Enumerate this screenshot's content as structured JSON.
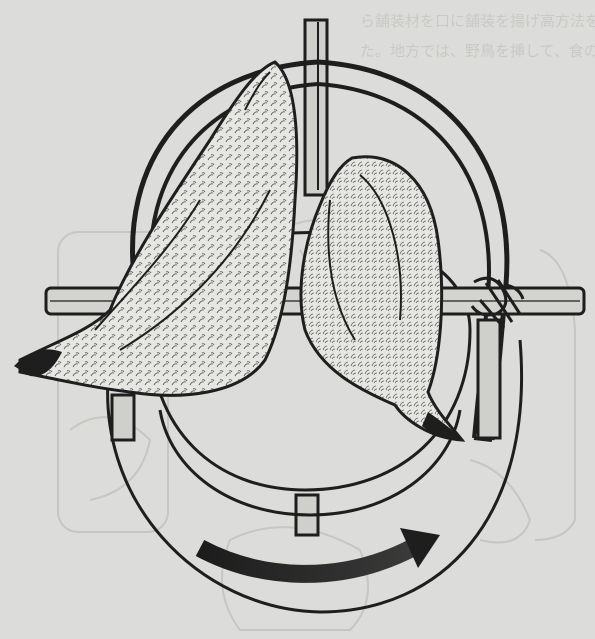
{
  "bleed_through_text": [
    "ら舗装材を口に舗装を揚げ高方法をする。例年、",
    "た。地方では、野鳥を挿して、食の支えれた日に鋪"
  ],
  "figure": {
    "subject": "two birds on a bamboo roasting rig",
    "icons": [
      "bird-left-icon",
      "bird-right-icon",
      "rotation-arrow-icon"
    ],
    "colors": {
      "background": "#dcdcda",
      "ink": "#1e1e1e",
      "faint": "#c6c6c3"
    }
  }
}
